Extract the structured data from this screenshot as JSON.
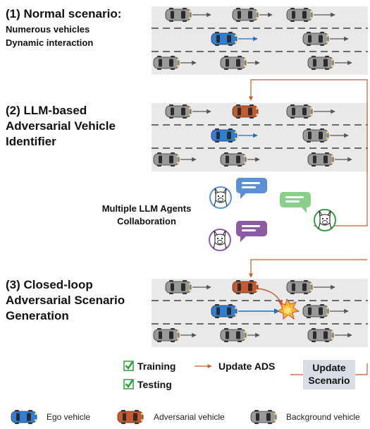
{
  "colors": {
    "road_bg": "#e9e9e9",
    "lane_line": "#222222",
    "ego": "#2f7fd8",
    "adversarial": "#c65a2e",
    "background": "#9a9a9a",
    "feedback_arrow": "#c65a2e",
    "bubble_blue": "#5b8fd6",
    "bubble_green": "#8ccf8a",
    "bubble_purple": "#8d5aa6",
    "check_green": "#2e9e3e",
    "update_box": "#d9dee6"
  },
  "sections": {
    "s1": {
      "title": "(1) Normal scenario:",
      "sub1": "Numerous vehicles",
      "sub2": "Dynamic interaction"
    },
    "s2": {
      "line1": "(2) LLM-based",
      "line2": "Adversarial Vehicle",
      "line3": "Identifier"
    },
    "s3": {
      "line1": "(3) Closed-loop",
      "line2": "Adversarial Scenario",
      "line3": "Generation"
    }
  },
  "agents": {
    "line1": "Multiple LLM Agents",
    "line2": "Collaboration"
  },
  "bottom": {
    "training": "Training",
    "update_ads": "Update ADS",
    "testing": "Testing",
    "update_scenario_1": "Update",
    "update_scenario_2": "Scenario"
  },
  "legend": {
    "ego": "Ego vehicle",
    "adversarial": "Adversarial vehicle",
    "background": "Background vehicle"
  },
  "icons": [
    "car-icon",
    "llama-icon",
    "chat-bubble-icon",
    "collision-icon",
    "checkbox-icon"
  ]
}
